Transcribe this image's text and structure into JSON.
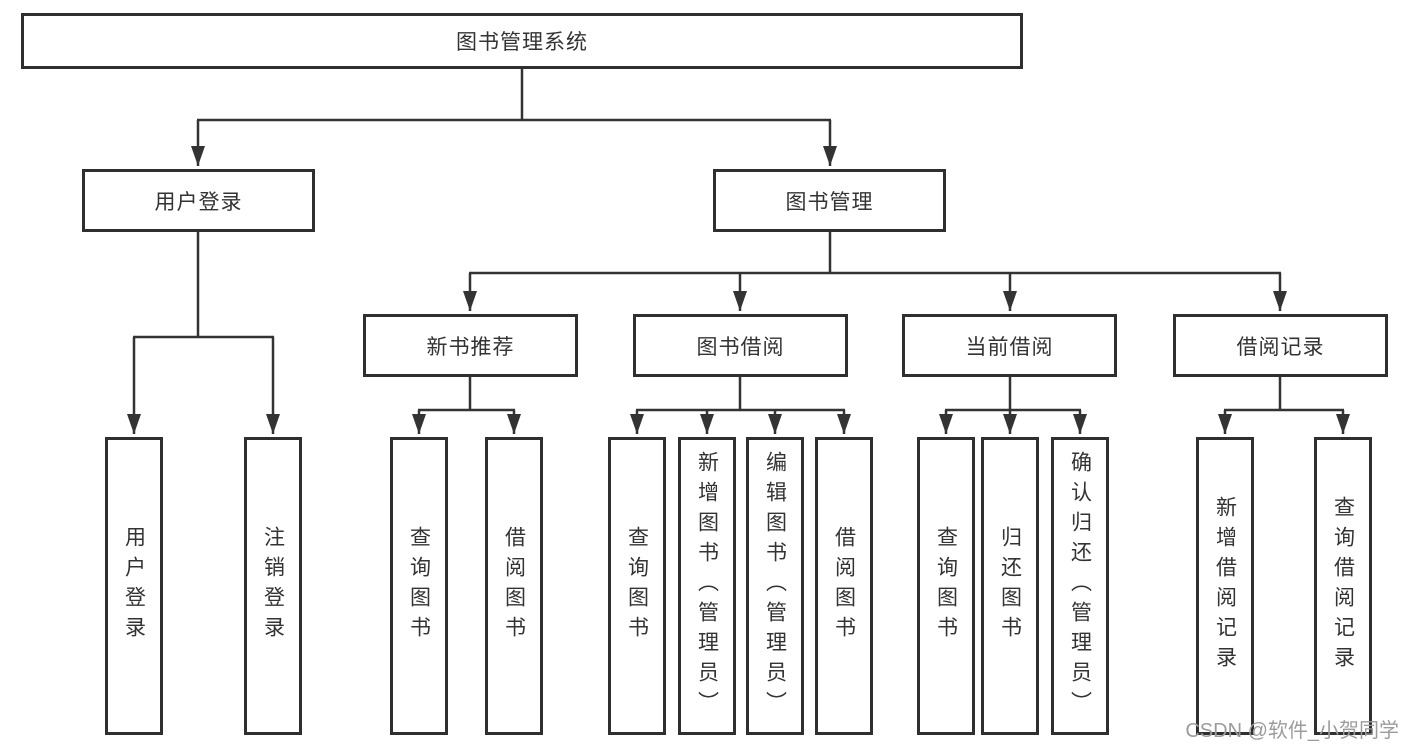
{
  "tree": {
    "root": {
      "label": "图书管理系统",
      "children": [
        {
          "label": "用户登录",
          "children": [
            {
              "label": "用户登录"
            },
            {
              "label": "注销登录"
            }
          ]
        },
        {
          "label": "图书管理",
          "children": [
            {
              "label": "新书推荐",
              "children": [
                {
                  "label": "查询图书"
                },
                {
                  "label": "借阅图书"
                }
              ]
            },
            {
              "label": "图书借阅",
              "children": [
                {
                  "label": "查询图书"
                },
                {
                  "label": "新增图书（管理员）"
                },
                {
                  "label": "编辑图书（管理员）"
                },
                {
                  "label": "借阅图书"
                }
              ]
            },
            {
              "label": "当前借阅",
              "children": [
                {
                  "label": "查询图书"
                },
                {
                  "label": "归还图书"
                },
                {
                  "label": "确认归还（管理员）"
                }
              ]
            },
            {
              "label": "借阅记录",
              "children": [
                {
                  "label": "新增借阅记录"
                },
                {
                  "label": "查询借阅记录"
                }
              ]
            }
          ]
        }
      ]
    }
  },
  "watermark": {
    "text": "CSDN @软件_小贺同学"
  },
  "colors": {
    "line": "#333333",
    "box_border": "#2f2f2f",
    "box_bg": "#ffffff",
    "text": "#333333",
    "watermark": "#9c9c9c"
  }
}
